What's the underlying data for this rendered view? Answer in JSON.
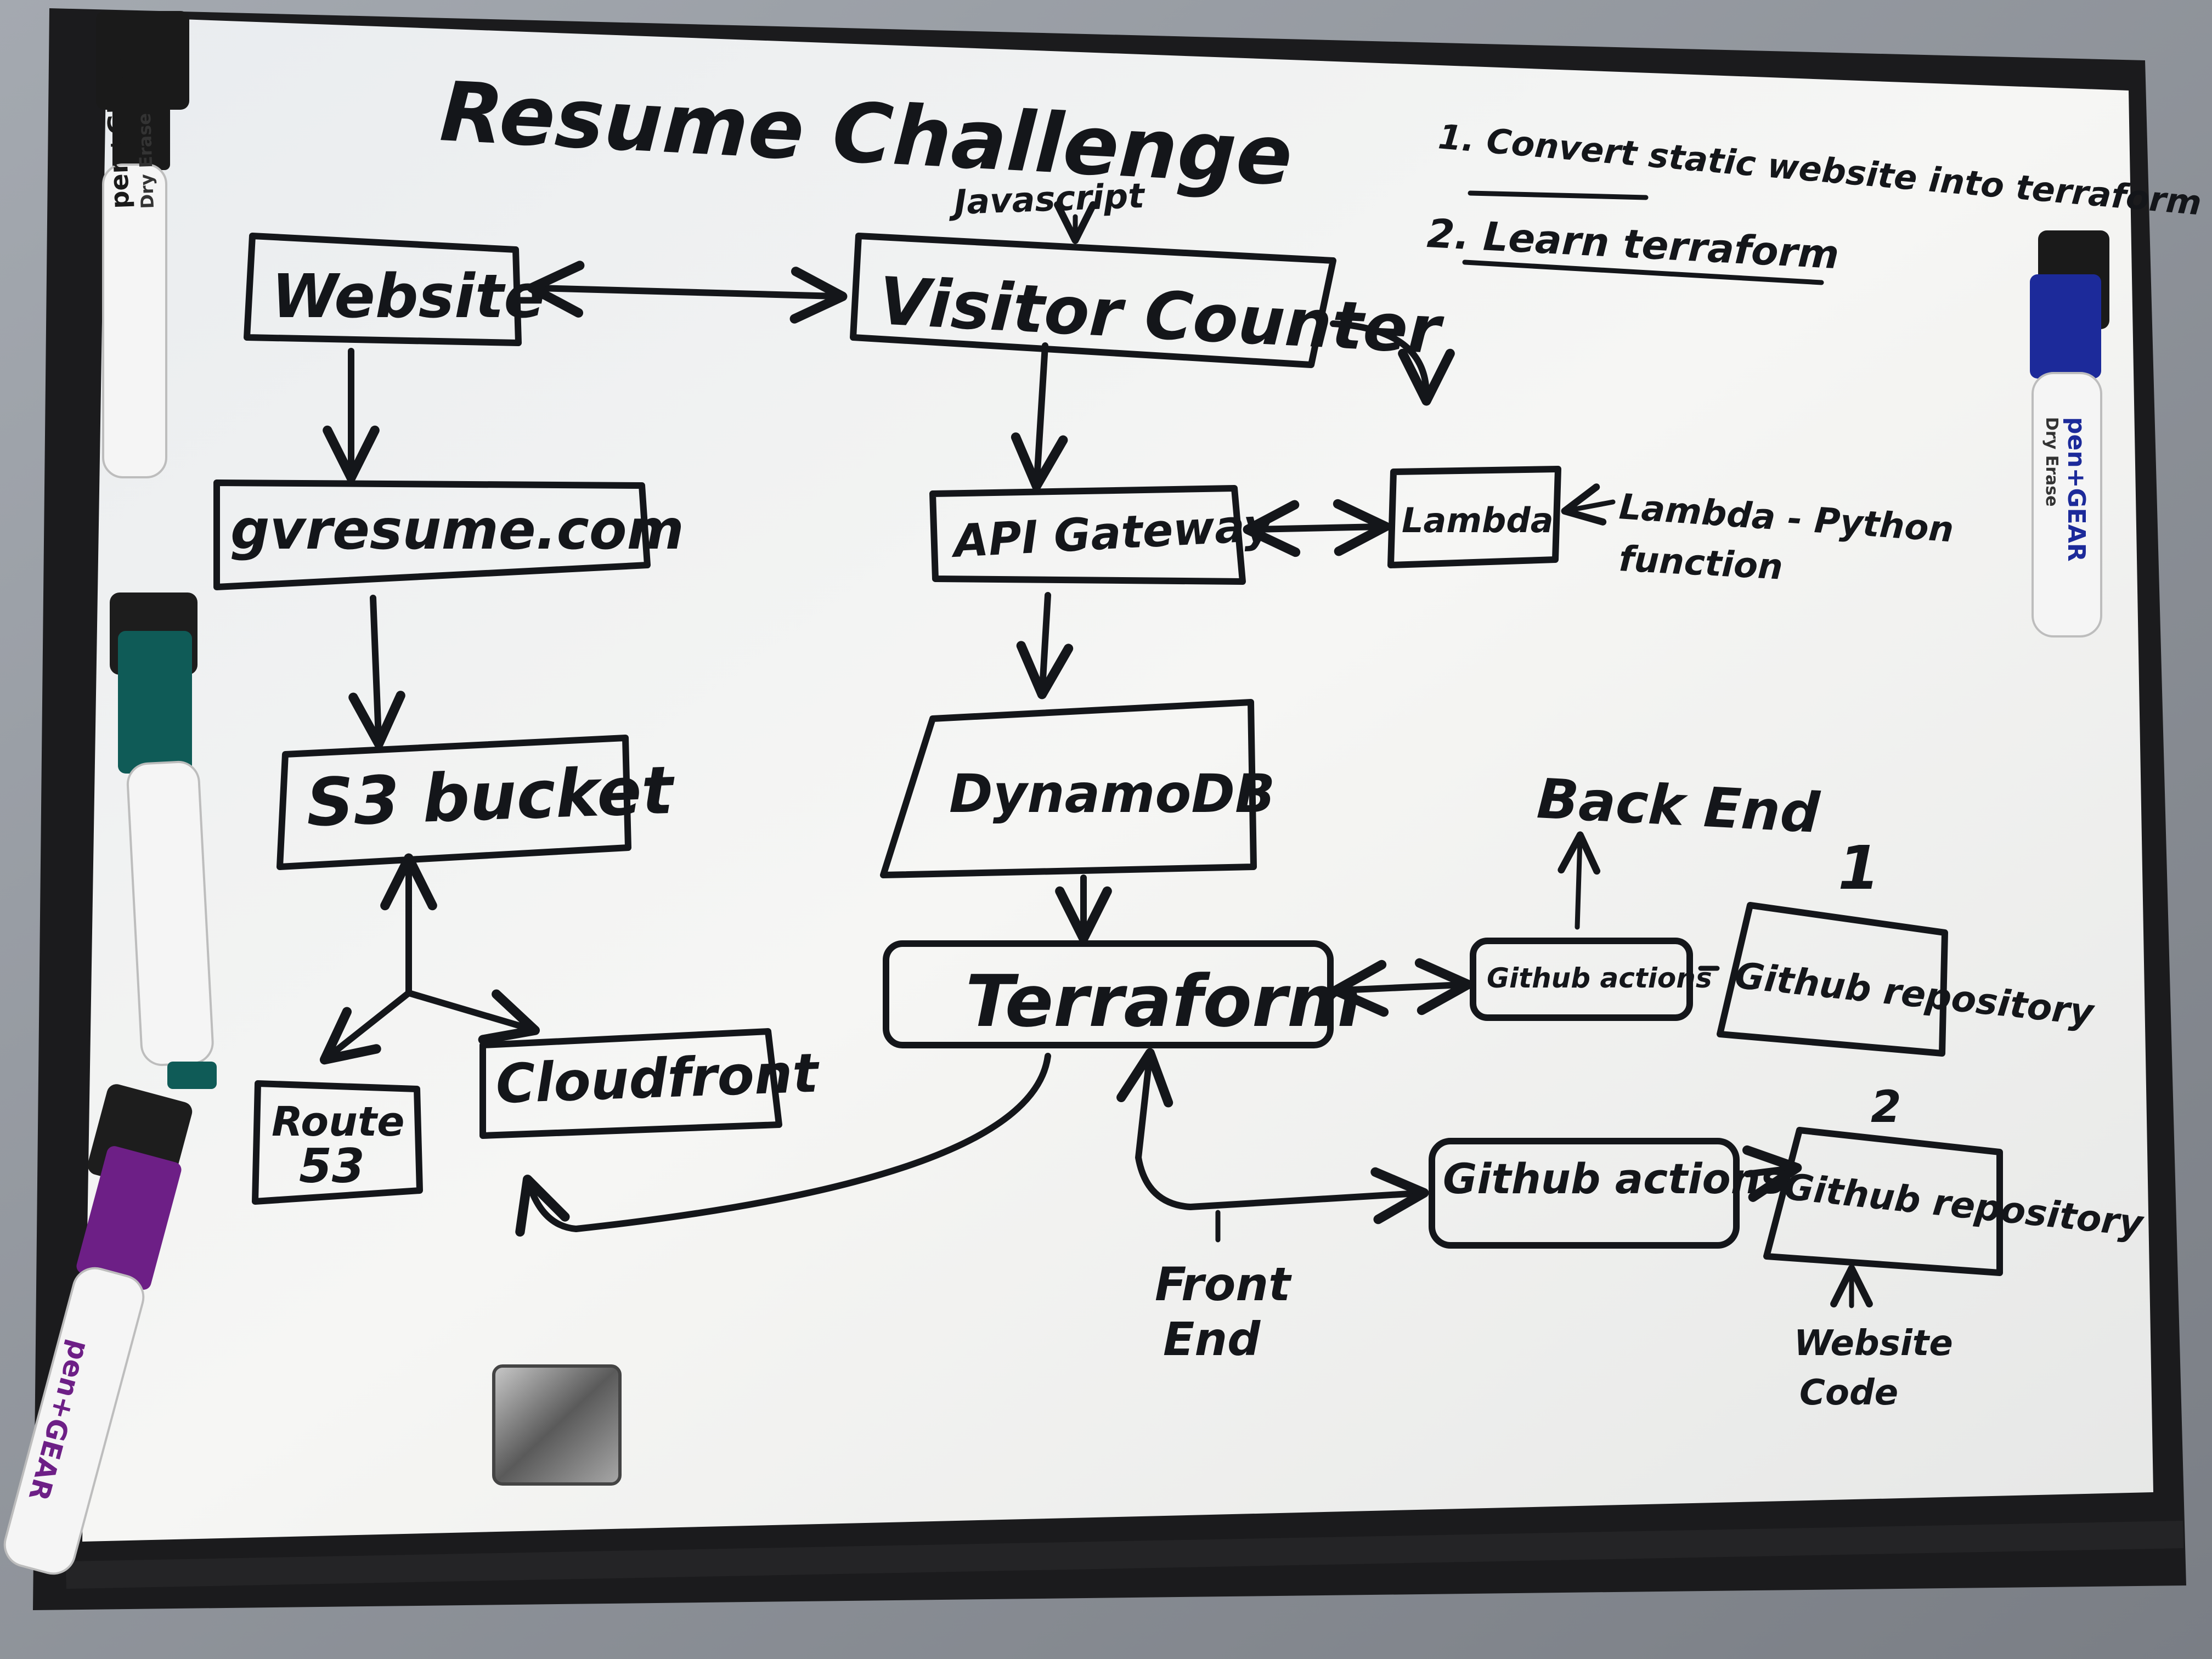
{
  "board": {
    "title": "Resume Challenge",
    "notes": [
      "1. Convert static website into terraform",
      "2. Learn terraform"
    ],
    "nodes": {
      "website": "Website",
      "visitor_counter": "Visitor Counter",
      "javascript": "Javascript",
      "domain": "gvresume.com",
      "api_gateway": "API Gateway",
      "lambda": "Lambda",
      "lambda_note_1": "Lambda - Python",
      "lambda_note_2": "function",
      "s3": "S3 bucket",
      "dynamodb": "DynamoDB",
      "back_end": "Back End",
      "terraform": "Terraform",
      "github_actions_top": "Github actions",
      "github_repo_top": "Github repository",
      "route53_line1": "Route",
      "route53_line2": "53",
      "cloudfront": "Cloudfront",
      "github_actions_bottom": "Github actions",
      "github_repo_bottom": "Github repository",
      "front_end_line1": "Front",
      "front_end_line2": "End",
      "website_code_line1": "Website",
      "website_code_line2": "Code",
      "marker_1": "1",
      "marker_2": "2"
    }
  },
  "markers": {
    "brand": "pen+GEAR",
    "sub": "Dry Erase",
    "colors": {
      "black": "#1a1a1a",
      "teal": "#0f5b57",
      "purple": "#6d1f86",
      "blue": "#1c2a9a"
    }
  },
  "colors": {
    "wall": "#8d9197",
    "frame": "#1b1b1d",
    "board": "#f2f2ef",
    "ink": "#14161a"
  }
}
